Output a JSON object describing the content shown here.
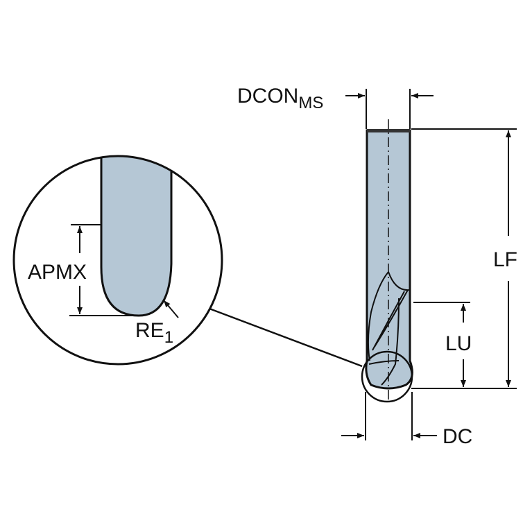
{
  "labels": {
    "dcon": "DCON",
    "dcon_sub": "MS",
    "lf": "LF",
    "lu": "LU",
    "dc": "DC",
    "apmx": "APMX",
    "re": "RE",
    "re_sub": "1"
  },
  "colors": {
    "tool_fill": "#b5c7d5",
    "line": "#111111"
  }
}
